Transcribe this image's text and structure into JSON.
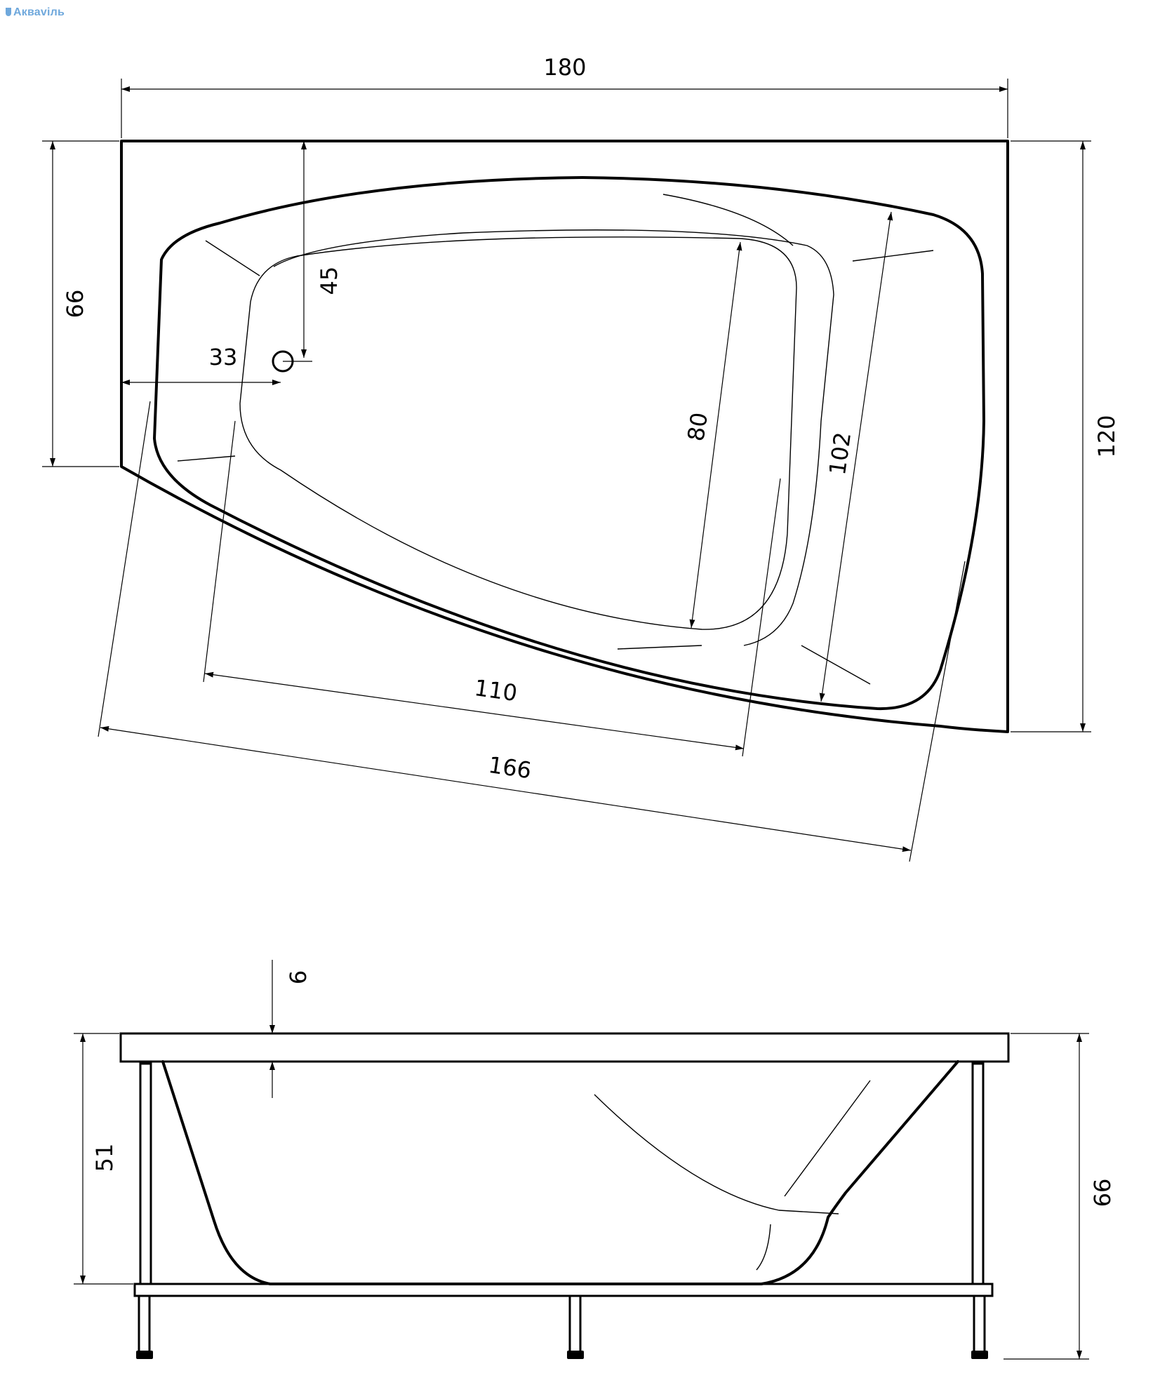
{
  "brand": {
    "name": "Акваviль",
    "icon": "water-drop-icon",
    "color": "#6fa8dc"
  },
  "top_view": {
    "dimensions": {
      "overall_length": "180",
      "overall_width": "120",
      "short_side": "66",
      "drain_from_back": "45",
      "drain_from_side": "33",
      "inner_width": "80",
      "outer_width": "102",
      "inner_length": "110",
      "outer_length": "166"
    }
  },
  "side_view": {
    "dimensions": {
      "rim_thickness": "6",
      "bowl_depth": "51",
      "total_height": "66"
    }
  },
  "colors": {
    "line": "#000000",
    "background": "#ffffff"
  }
}
